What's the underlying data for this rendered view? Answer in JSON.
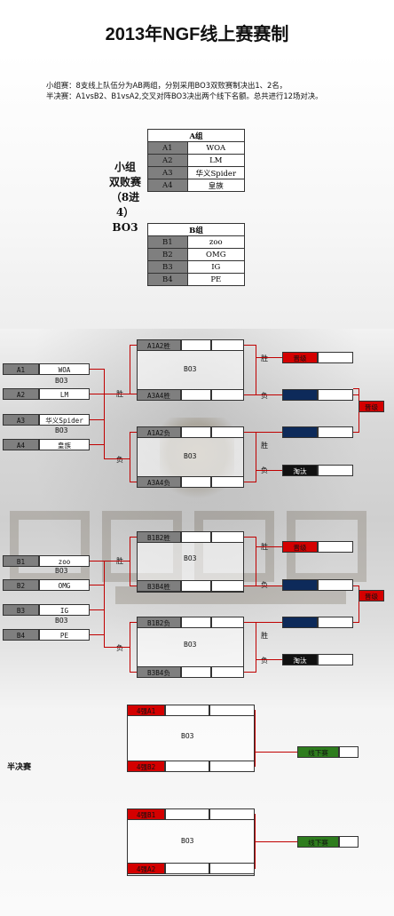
{
  "title": "2013年NGF线上赛赛制",
  "intro": {
    "line1": "小组赛：8支线上队伍分为AB两组，分别采用BO3双败赛制决出1、2名，",
    "line2": "半决赛：A1vsB2、B1vsA2,交叉对阵BO3决出两个线下名额。总共进行12场对决。"
  },
  "group_stage_label": [
    "小组",
    "双败赛",
    "（8进",
    "4）",
    "BO3"
  ],
  "group_a": {
    "header": "A组",
    "rows": [
      {
        "code": "A1",
        "name": "WOA"
      },
      {
        "code": "A2",
        "name": "LM"
      },
      {
        "code": "A3",
        "name": "华义Spider"
      },
      {
        "code": "A4",
        "name": "皇族"
      }
    ]
  },
  "group_b": {
    "header": "B组",
    "rows": [
      {
        "code": "B1",
        "name": "zoo"
      },
      {
        "code": "B2",
        "name": "OMG"
      },
      {
        "code": "B3",
        "name": "IG"
      },
      {
        "code": "B4",
        "name": "PE"
      }
    ]
  },
  "bracket_a": {
    "match1": {
      "team1_code": "A1",
      "team1": "WOA",
      "bo": "BO3",
      "team2_code": "A2",
      "team2": "LM"
    },
    "match2": {
      "team1_code": "A3",
      "team1": "华义Spider",
      "bo": "BO3",
      "team2_code": "A4",
      "team2": "皇族"
    },
    "win": "胜",
    "lose": "负",
    "winners_top": "A1A2胜",
    "winners_bottom": "A3A4胜",
    "winners_bo": "BO3",
    "losers_top": "A1A2负",
    "losers_bottom": "A3A4负",
    "losers_bo": "BO3",
    "promote": "晋级",
    "eliminated": "淘汰"
  },
  "bracket_b": {
    "match1": {
      "team1_code": "B1",
      "team1": "zoo",
      "bo": "BO3",
      "team2_code": "B2",
      "team2": "OMG"
    },
    "match2": {
      "team1_code": "B3",
      "team1": "IG",
      "bo": "BO3",
      "team2_code": "B4",
      "team2": "PE"
    },
    "win": "胜",
    "lose": "负",
    "winners_top": "B1B2胜",
    "winners_bottom": "B3B4胜",
    "winners_bo": "BO3",
    "losers_top": "B1B2负",
    "losers_bottom": "B3B4负",
    "losers_bo": "BO3",
    "promote": "晋级",
    "eliminated": "淘汰"
  },
  "semifinal": {
    "label": "半决赛",
    "match1": {
      "top": "4强A1",
      "bottom": "4强B2",
      "bo": "BO3",
      "result": "线下赛"
    },
    "match2": {
      "top": "4强B1",
      "bottom": "4强A2",
      "bo": "BO3",
      "result": "线下赛"
    }
  },
  "colors": {
    "red": "#d40000",
    "navy": "#0d2a5a",
    "green": "#2e7d1e",
    "gray": "#7f7f7f",
    "connector": "#c00000"
  }
}
